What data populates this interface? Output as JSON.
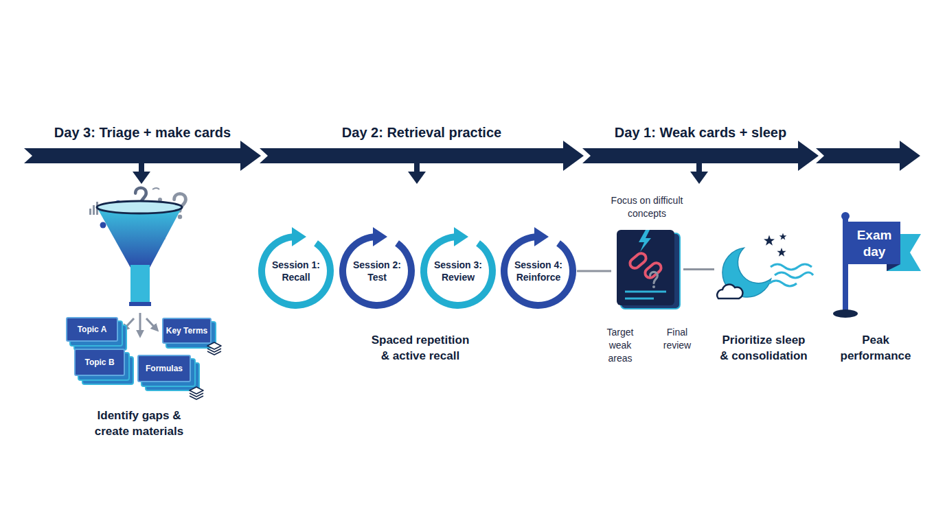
{
  "diagram": {
    "nodes": [
      {
        "text": [
          "Day 3: Triage + make cards"
        ]
      },
      {
        "text": [
          "Day 2: Retrieval practice"
        ]
      },
      {
        "text": [
          "Day 1: Weak cards + sleep"
        ]
      },
      {
        "text": [
          "Topic A"
        ]
      },
      {
        "text": [
          "Topic B"
        ]
      },
      {
        "text": [
          "Key Terms"
        ]
      },
      {
        "text": [
          "Formulas"
        ]
      },
      {
        "text": [
          "Session 1: Recall"
        ]
      },
      {
        "text": [
          "Session 2: Test"
        ]
      },
      {
        "text": [
          "Session 3: Review"
        ]
      },
      {
        "text": [
          "Session 4: Reinforce"
        ]
      },
      {
        "text": [
          "Focus on difficult concepts",
          "Target weak areas",
          "Final review"
        ]
      },
      {
        "text": [
          "Prioritize sleep & consolidation"
        ]
      },
      {
        "text": [
          "Exam day",
          "Peak performance"
        ]
      }
    ],
    "edges": [
      {
        "from": 10,
        "to": 11,
        "arrow": "none"
      },
      {
        "from": 11,
        "to": 12,
        "arrow": "none"
      }
    ],
    "labels": [
      "Identify gaps & create materials",
      "Spaced repetition & active recall"
    ]
  }
}
